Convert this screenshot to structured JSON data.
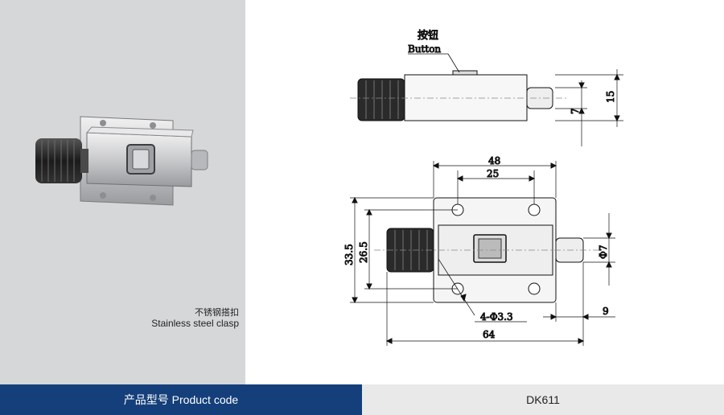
{
  "photo": {
    "caption_cn": "不锈钢搭扣",
    "caption_en": "Stainless steel clasp"
  },
  "drawing": {
    "button_label_cn": "按钮",
    "button_label_en": "Button",
    "dim_side_7": "7",
    "dim_side_15": "15",
    "dim_top_48": "48",
    "dim_top_25": "25",
    "dim_33_5": "33.5",
    "dim_26_5": "26.5",
    "dim_dia7": "Φ7",
    "dim_holes": "4-Φ3.3",
    "dim_9": "9",
    "dim_64": "64"
  },
  "footer": {
    "product_code_label": "产品型号  Product code",
    "product_code_value": "DK611"
  }
}
